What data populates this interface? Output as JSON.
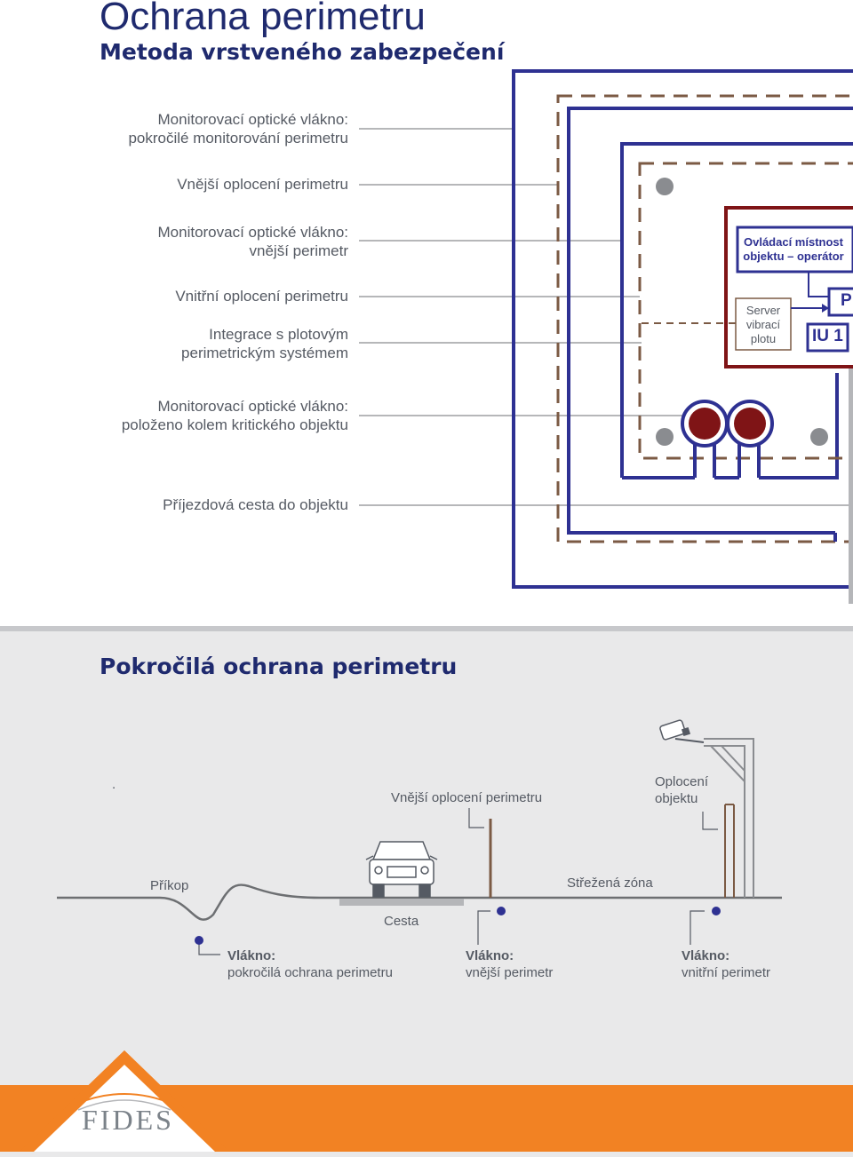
{
  "header": {
    "title": "Ochrana perimetru",
    "subtitle": "Metoda vrstveného zabezpečení"
  },
  "top_diagram": {
    "labels": [
      {
        "line1": "Monitorovací optické vlákno:",
        "line2": "pokročilé monitorování perimetru"
      },
      {
        "line1": "Vnější oplocení perimetru",
        "line2": ""
      },
      {
        "line1": "Monitorovací optické vlákno:",
        "line2": "vnější perimetr"
      },
      {
        "line1": "Vnitřní oplocení perimetru",
        "line2": ""
      },
      {
        "line1": "Integrace s plotovým",
        "line2": "perimetrickým systémem"
      },
      {
        "line1": "Monitorovací optické vlákno:",
        "line2": "položeno kolem kritického objektu"
      },
      {
        "line1": "Příjezdová cesta do objektu",
        "line2": ""
      }
    ],
    "control_room": {
      "line1": "Ovládací místnost",
      "line2": "objektu – operátor"
    },
    "server": {
      "line1": "Server",
      "line2": "vibrací",
      "line3": "plotu"
    },
    "iu_label": "IU 1",
    "p_label": "P",
    "colors": {
      "navy": "#2e3192",
      "brown": "#7b5a44",
      "dark_red": "#7f1416",
      "gray_line": "#9d9fa2"
    }
  },
  "bottom_diagram": {
    "title": "Pokročilá ochrana perimetru",
    "dot": ".",
    "outer_fence": "Vnější oplocení perimetru",
    "object_fence": {
      "line1": "Oplocení",
      "line2": "objektu"
    },
    "ditch": "Příkop",
    "guarded_zone": "Střežená zóna",
    "road": "Cesta",
    "fibers": [
      {
        "title": "Vlákno:",
        "text": "pokročilá ochrana perimetru"
      },
      {
        "title": "Vlákno:",
        "text": "vnější perimetr"
      },
      {
        "title": "Vlákno:",
        "text": "vnitřní perimetr"
      }
    ],
    "icons": [
      "camera-icon",
      "car-icon"
    ]
  },
  "footer": {
    "logo": "FIDES",
    "colors": {
      "orange": "#f28223",
      "logo_gray": "#7b8289"
    }
  }
}
